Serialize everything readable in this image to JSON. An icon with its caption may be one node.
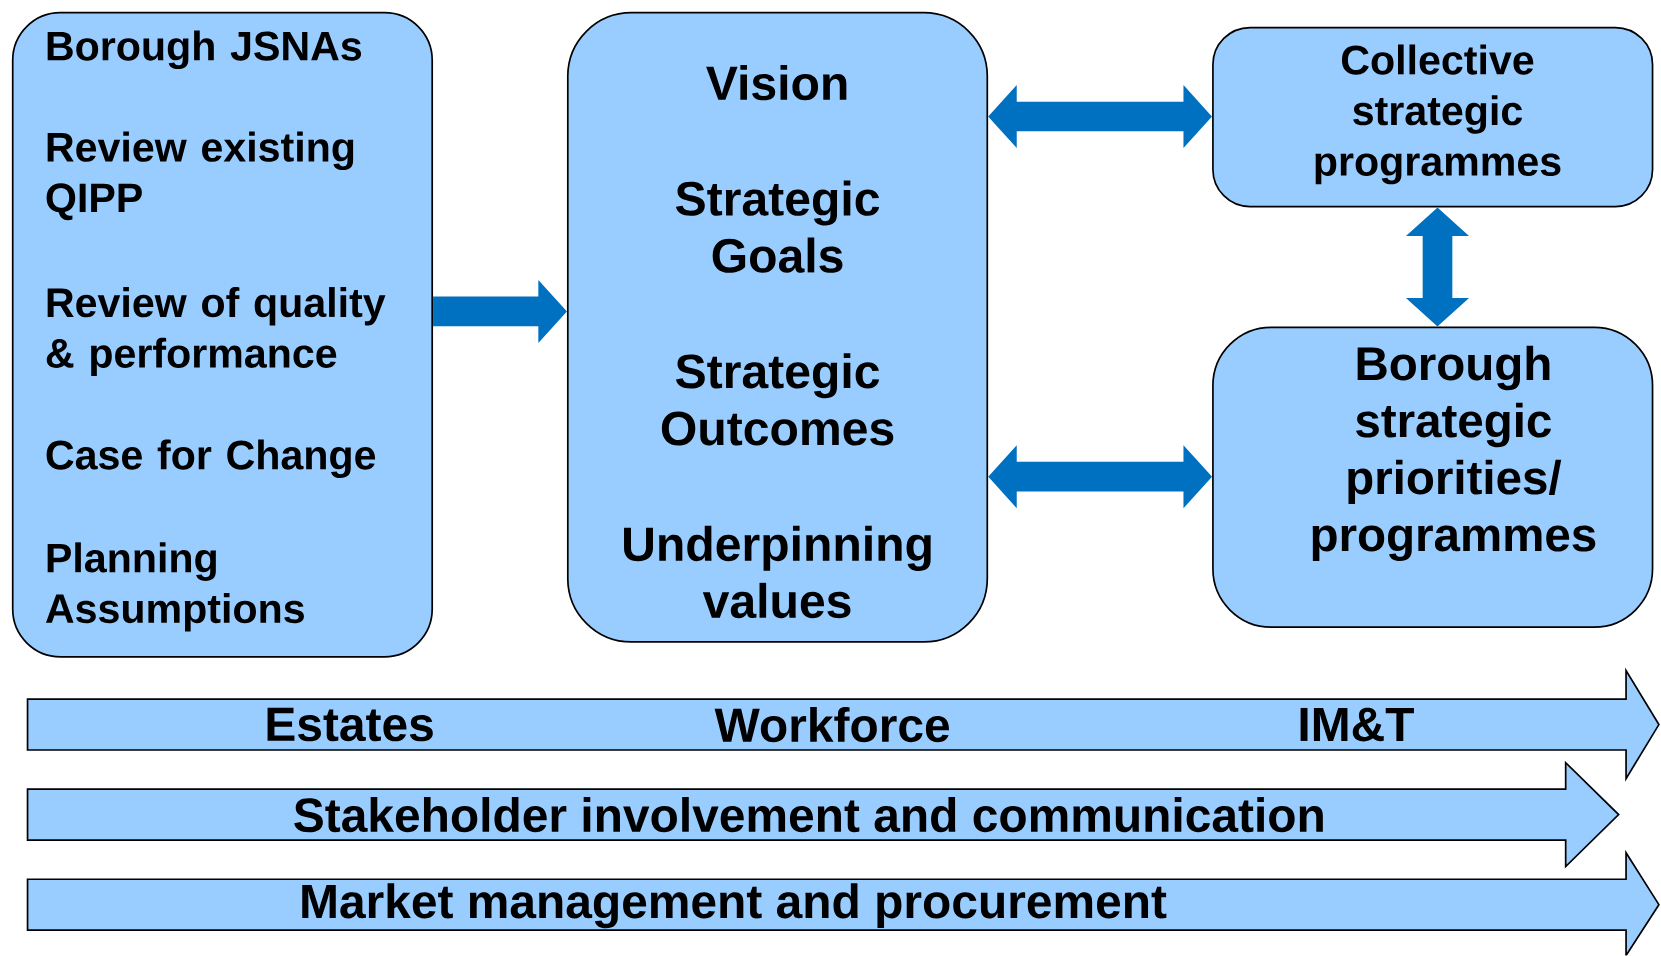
{
  "diagram": {
    "nodes": [
      {
        "text": [
          "Borough JSNAs",
          "Review existing QIPP",
          "Review of quality & performance",
          "Case for Change",
          "Planning Assumptions"
        ]
      },
      {
        "text": [
          "Vision",
          "Strategic Goals",
          "Strategic Outcomes",
          "Underpinning values"
        ]
      },
      {
        "text": [
          "Collective strategic programmes"
        ]
      },
      {
        "text": [
          "Borough strategic priorities/ programmes"
        ]
      },
      {
        "text": [
          "Estates",
          "Workforce",
          "IM&T"
        ]
      },
      {
        "text": [
          "Stakeholder involvement and communication"
        ]
      },
      {
        "text": [
          "Market management and procurement"
        ]
      }
    ],
    "edges": [
      {
        "from": 0,
        "to": 1,
        "arrow": "to"
      },
      {
        "from": 1,
        "to": 2,
        "arrow": "both"
      },
      {
        "from": 1,
        "to": 3,
        "arrow": "both"
      },
      {
        "from": 2,
        "to": 3,
        "arrow": "both"
      }
    ]
  }
}
